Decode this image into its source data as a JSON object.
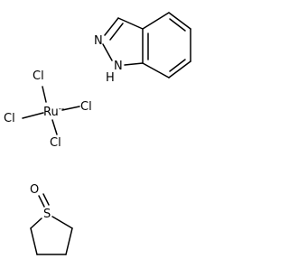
{
  "structures": [
    {
      "id": "indazole",
      "atoms": {
        "n_top": "N",
        "n_bottom": "N",
        "h_bottom": "H"
      }
    },
    {
      "id": "ruthenium-chloride-complex",
      "atoms": {
        "metal": "Ru",
        "charge": "--",
        "cl_top": "Cl",
        "cl_left": "Cl",
        "cl_right": "Cl",
        "cl_bottom": "Cl"
      }
    },
    {
      "id": "tetrahydrothiophene-oxide",
      "atoms": {
        "oxygen": "O",
        "sulfur": "S"
      }
    }
  ],
  "style": {
    "bond_color": "#000000",
    "text_color": "#000000",
    "background": "#ffffff"
  }
}
